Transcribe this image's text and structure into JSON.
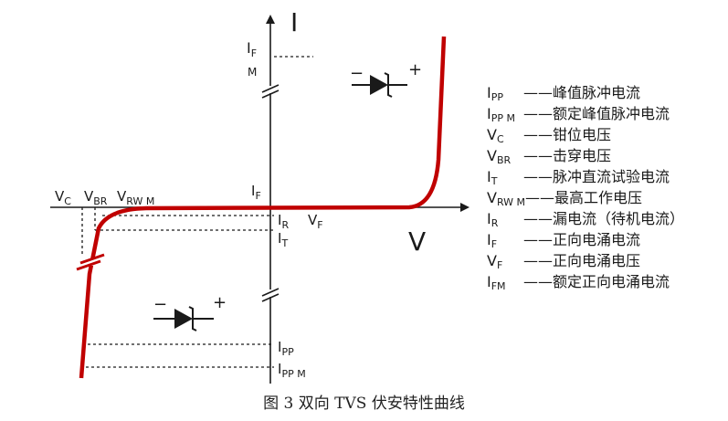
{
  "axes": {
    "current_label": "I",
    "voltage_label": "V"
  },
  "labels": {
    "if_top": "I",
    "if_top_sub": "F",
    "ifm_m": "M",
    "if_axis": "I",
    "if_axis_sub": "F",
    "ir": "I",
    "ir_sub": "R",
    "it": "I",
    "it_sub": "T",
    "vf": "V",
    "vf_sub": "F",
    "vc": "V",
    "vc_sub": "C",
    "vbr": "V",
    "vbr_sub": "BR",
    "vrwm": "V",
    "vrwm_sub": "RW M",
    "ipp": "I",
    "ipp_sub": "PP",
    "ippm": "I",
    "ippm_sub": "PP M"
  },
  "diode_symbol": {
    "minus": "−",
    "plus": "+"
  },
  "legend": [
    {
      "sym": "I",
      "sub": "PP",
      "text": "——峰值脉冲电流"
    },
    {
      "sym": "I",
      "sub": "PP M",
      "text": "——额定峰值脉冲电流"
    },
    {
      "sym": "V",
      "sub": "C",
      "text": "——钳位电压"
    },
    {
      "sym": "V",
      "sub": "BR",
      "text": "——击穿电压"
    },
    {
      "sym": "I",
      "sub": "T",
      "text": "——脉冲直流试验电流"
    },
    {
      "sym": "V",
      "sub": "RW M",
      "text": "——最高工作电压"
    },
    {
      "sym": "I",
      "sub": "R",
      "text": "——漏电流（待机电流）"
    },
    {
      "sym": "I",
      "sub": "F",
      "text": "——正向电涌电流"
    },
    {
      "sym": "V",
      "sub": "F",
      "text": "——正向电涌电压"
    },
    {
      "sym": "I",
      "sub": "FM",
      "text": "——额定正向电涌电流"
    }
  ],
  "caption": "图 3  双向 TVS 伏安特性曲线",
  "colors": {
    "curve": "#c00000",
    "axis": "#1a1a1a"
  }
}
